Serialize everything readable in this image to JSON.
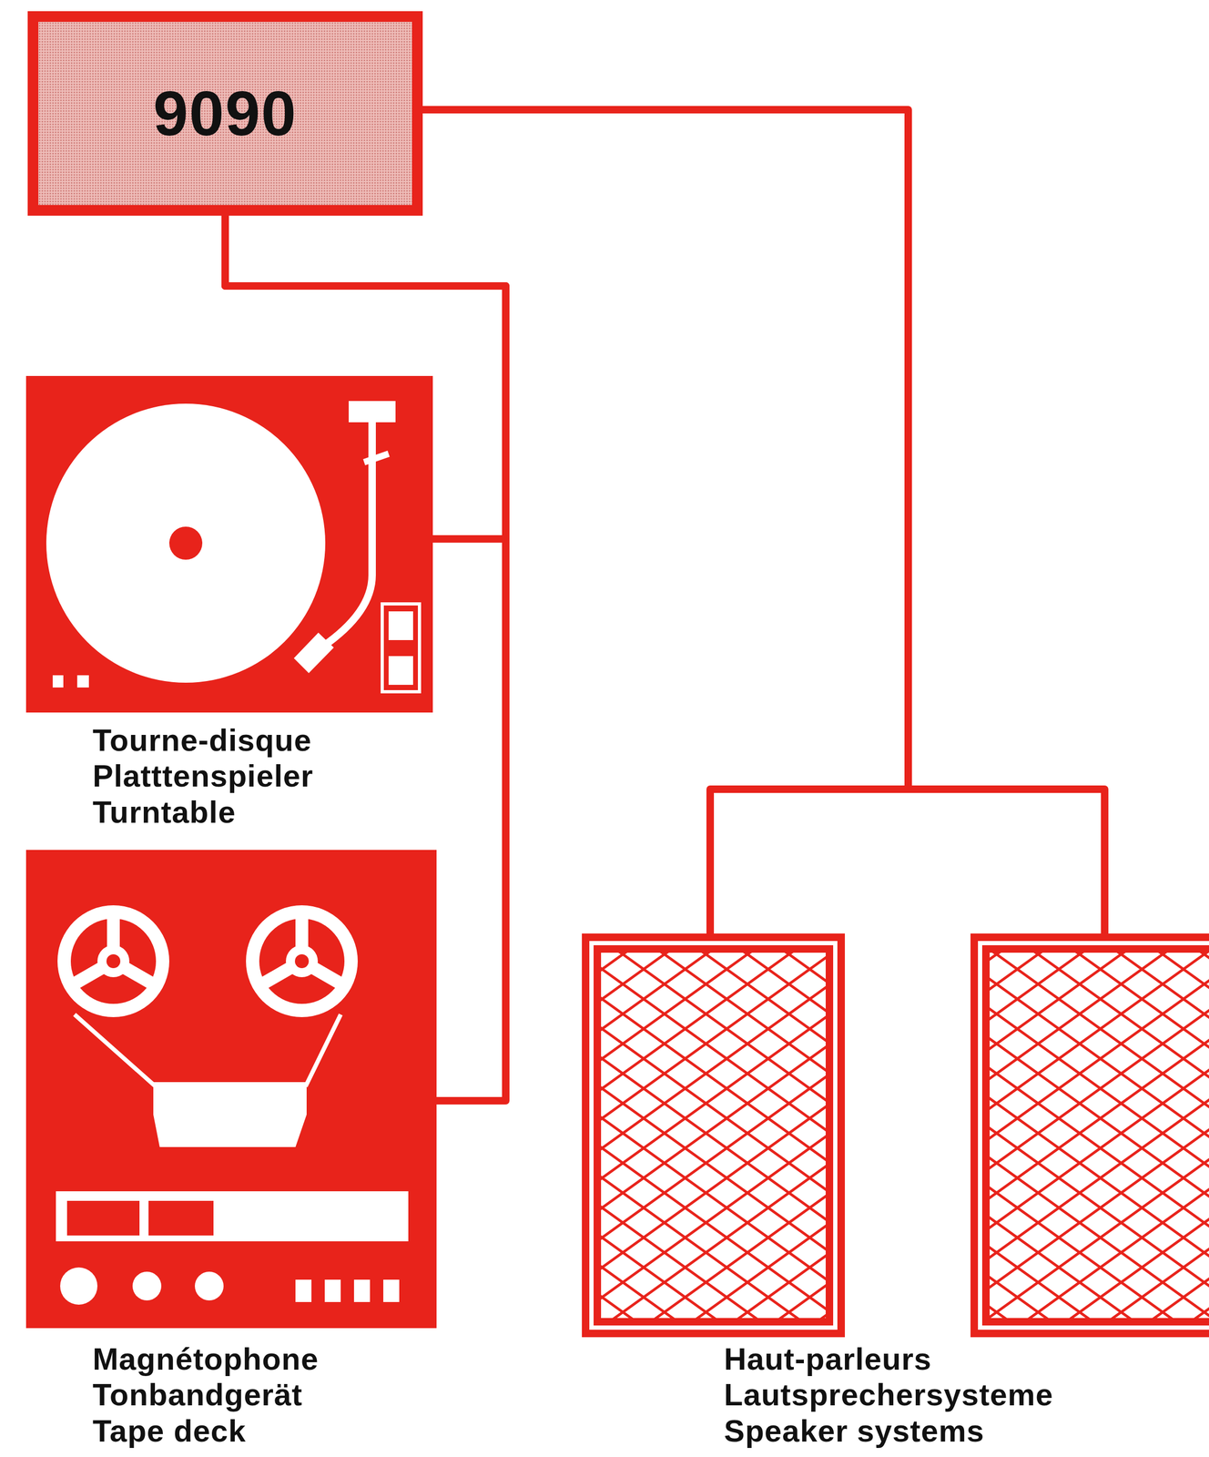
{
  "diagram": {
    "nodes": [
      {
        "text": [
          "9090"
        ]
      },
      {
        "text": [
          "Tourne-disque",
          "Platttenspieler",
          "Turntable"
        ]
      },
      {
        "text": [
          "Magnétophone",
          "Tonbandgerät",
          "Tape deck"
        ]
      },
      {
        "text": [
          "Haut-parleurs",
          "Lautsprechersysteme",
          "Speaker systems"
        ]
      }
    ],
    "edges": [
      {
        "from": 1,
        "to": 0,
        "arrow": "none"
      },
      {
        "from": 2,
        "to": 0,
        "arrow": "none"
      },
      {
        "from": 0,
        "to": 3,
        "arrow": "none"
      }
    ]
  }
}
